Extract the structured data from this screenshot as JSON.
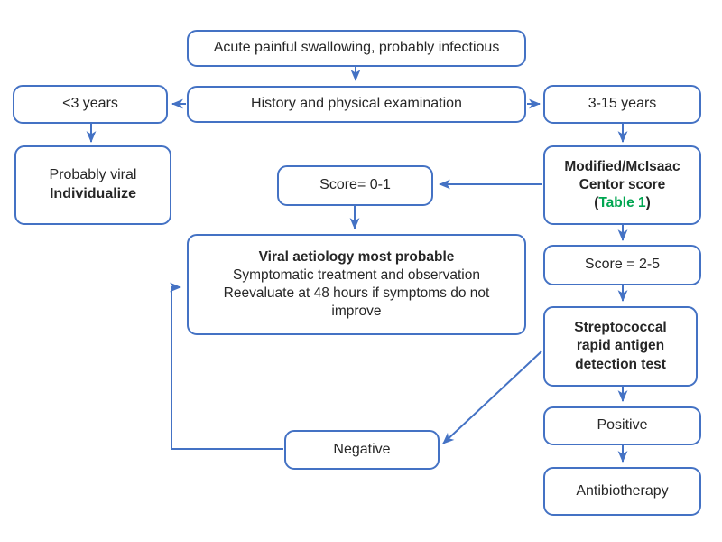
{
  "colors": {
    "box_border": "#4472C4",
    "connector": "#4472C4",
    "text": "#262626",
    "highlight_green": "#00A651",
    "background": "#FFFFFF"
  },
  "nodes": {
    "acute": {
      "label": "Acute painful swallowing, probably infectious"
    },
    "history": {
      "label": "History and physical examination"
    },
    "under3": {
      "label": "<3 years"
    },
    "age_3_15": {
      "label": "3-15 years"
    },
    "probably_viral": {
      "line1": "Probably viral",
      "line2": "Individualize"
    },
    "centor": {
      "line1": "Modified/McIsaac",
      "line2": "Centor score",
      "paren_open": "(",
      "table_ref": "Table 1",
      "paren_close": ")"
    },
    "score_0_1": {
      "label": "Score= 0-1"
    },
    "viral_aetiology": {
      "line1": "Viral aetiology most probable",
      "line2": "Symptomatic treatment and observation",
      "line3": "Reevaluate at 48 hours if symptoms do not improve"
    },
    "score_2_5": {
      "label": "Score = 2-5"
    },
    "rapid_test": {
      "line1": "Streptococcal",
      "line2": "rapid antigen",
      "line3": "detection test"
    },
    "negative": {
      "label": "Negative"
    },
    "positive": {
      "label": "Positive"
    },
    "antibiotherapy": {
      "label": "Antibiotherapy"
    }
  },
  "edges": [
    {
      "from": "acute",
      "to": "history"
    },
    {
      "from": "history",
      "to": "under3"
    },
    {
      "from": "history",
      "to": "age_3_15"
    },
    {
      "from": "under3",
      "to": "probably_viral"
    },
    {
      "from": "age_3_15",
      "to": "centor"
    },
    {
      "from": "centor",
      "to": "score_0_1"
    },
    {
      "from": "centor",
      "to": "score_2_5"
    },
    {
      "from": "score_0_1",
      "to": "viral_aetiology"
    },
    {
      "from": "score_2_5",
      "to": "rapid_test"
    },
    {
      "from": "rapid_test",
      "to": "positive"
    },
    {
      "from": "rapid_test",
      "to": "negative"
    },
    {
      "from": "positive",
      "to": "antibiotherapy"
    },
    {
      "from": "negative",
      "to": "viral_aetiology"
    }
  ]
}
